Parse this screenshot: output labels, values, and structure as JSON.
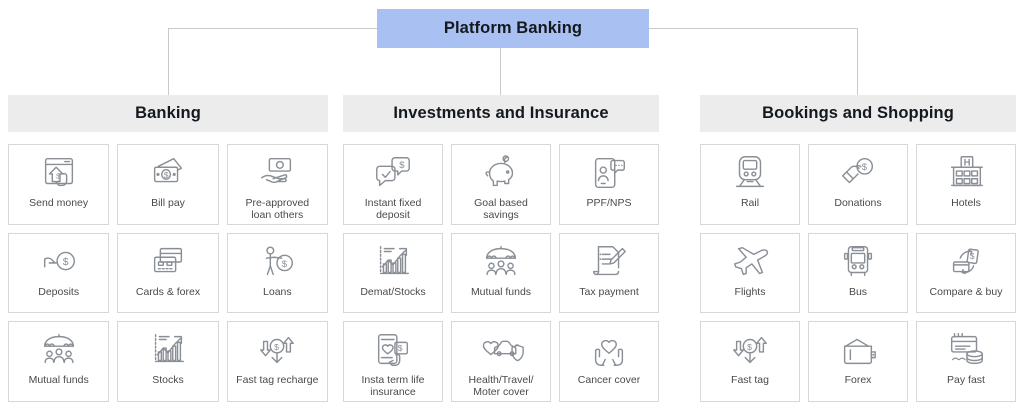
{
  "root": {
    "label": "Platform Banking",
    "color": "#a9c0f2"
  },
  "theme": {
    "connector_color": "#c9c9c9",
    "group_header_bg": "#ececec",
    "tile_border": "#d7d7d7",
    "icon_stroke": "#8a8f96",
    "label_color": "#4a4a4a",
    "page_bg": "#ffffff"
  },
  "groups": [
    {
      "id": "banking",
      "title": "Banking",
      "tiles": [
        {
          "label": "Send money",
          "icon": "send-money-icon"
        },
        {
          "label": "Bill pay",
          "icon": "banknotes-icon"
        },
        {
          "label": "Pre-approved\nloan others",
          "icon": "cash-in-hand-icon"
        },
        {
          "label": "Deposits",
          "icon": "hand-coin-icon"
        },
        {
          "label": "Cards & forex",
          "icon": "credit-cards-icon"
        },
        {
          "label": "Loans",
          "icon": "person-coin-icon"
        },
        {
          "label": "Mutual funds",
          "icon": "umbrella-people-icon"
        },
        {
          "label": "Stocks",
          "icon": "bar-chart-arrow-icon"
        },
        {
          "label": "Fast tag recharge",
          "icon": "fastag-recharge-icon"
        }
      ]
    },
    {
      "id": "investments-and-insurance",
      "title": "Investments and Insurance",
      "tiles": [
        {
          "label": "Instant fixed\ndeposit",
          "icon": "chat-bubbles-dollar-icon"
        },
        {
          "label": "Goal based\nsavings",
          "icon": "piggy-bank-icon"
        },
        {
          "label": "PPF/NPS",
          "icon": "phone-profile-icon"
        },
        {
          "label": "Demat/Stocks",
          "icon": "bar-chart-arrow-icon"
        },
        {
          "label": "Mutual funds",
          "icon": "umbrella-people-icon"
        },
        {
          "label": "Tax payment",
          "icon": "document-pen-icon"
        },
        {
          "label": "Insta term life\ninsurance",
          "icon": "phone-heart-icon"
        },
        {
          "label": "Health/Travel/\nMoter cover",
          "icon": "heart-car-shield-icon"
        },
        {
          "label": "Cancer cover",
          "icon": "hands-heart-icon"
        }
      ]
    },
    {
      "id": "bookings-and-shopping",
      "title": "Bookings and Shopping",
      "tiles": [
        {
          "label": "Rail",
          "icon": "train-icon"
        },
        {
          "label": "Donations",
          "icon": "hand-coin-donation-icon"
        },
        {
          "label": "Hotels",
          "icon": "hotel-building-icon"
        },
        {
          "label": "Flights",
          "icon": "airplane-icon"
        },
        {
          "label": "Bus",
          "icon": "bus-icon"
        },
        {
          "label": "Compare & buy",
          "icon": "compare-cards-icon"
        },
        {
          "label": "Fast tag",
          "icon": "fastag-recharge-icon"
        },
        {
          "label": "Forex",
          "icon": "wallet-icon"
        },
        {
          "label": "Pay fast",
          "icon": "card-coins-icon"
        }
      ]
    }
  ]
}
